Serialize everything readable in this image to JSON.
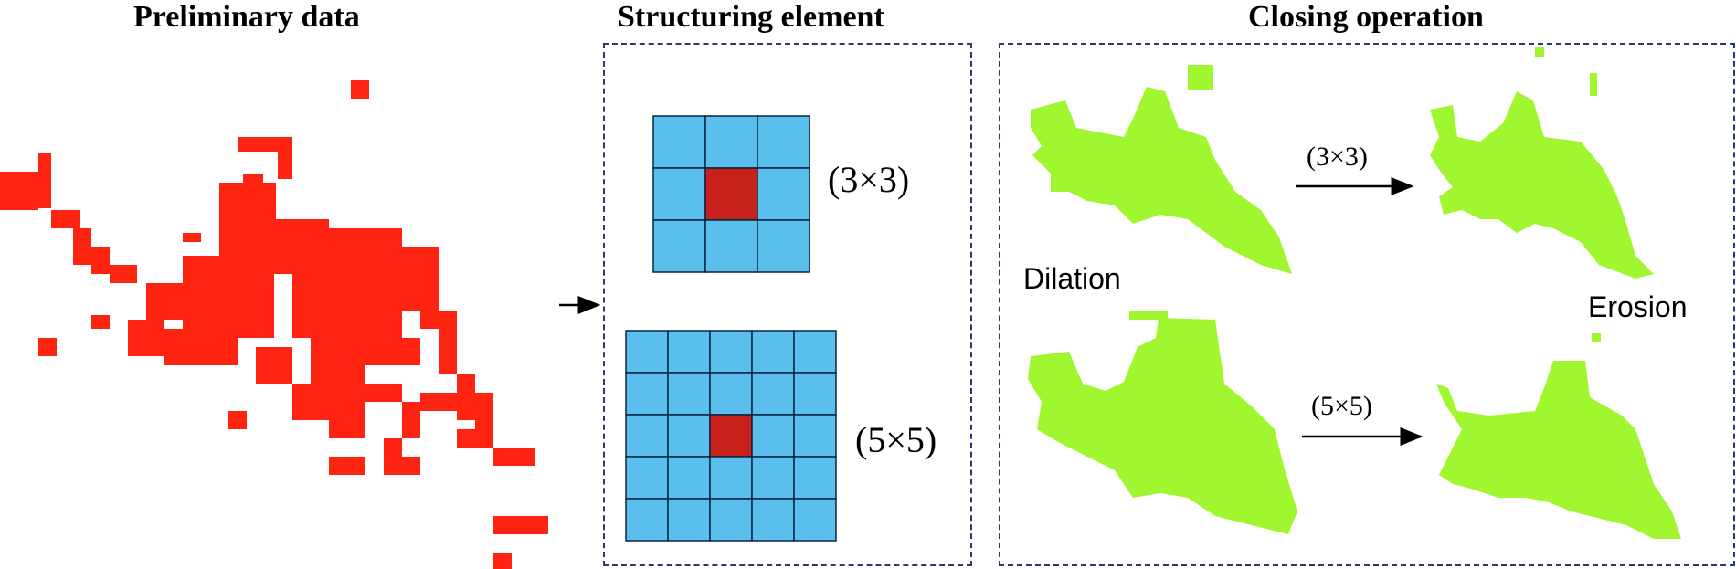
{
  "titles": {
    "preliminary": "Preliminary data",
    "structuring": "Structuring element",
    "closing": "Closing operation"
  },
  "labels": {
    "se3": "(3×3)",
    "se5": "(5×5)",
    "arrow3": "(3×3)",
    "arrow5": "(5×5)",
    "dilation": "Dilation",
    "erosion": "Erosion"
  },
  "colors": {
    "data": "#ff2312",
    "cell": "#5bbfee",
    "center": "#c8201a",
    "result": "#a0f72f",
    "frame": "#2a3a6e"
  }
}
